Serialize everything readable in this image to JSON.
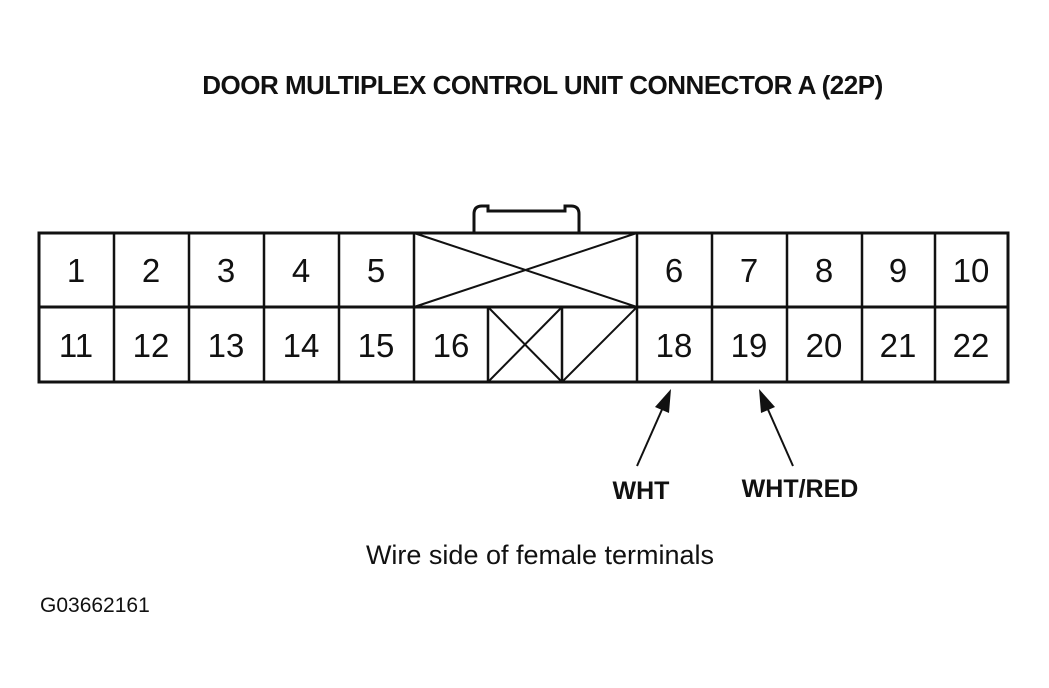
{
  "title": "DOOR MULTIPLEX CONTROL UNIT CONNECTOR A (22P)",
  "connector": {
    "top_row": [
      "1",
      "2",
      "3",
      "4",
      "5",
      "6",
      "7",
      "8",
      "9",
      "10"
    ],
    "bottom_row": [
      "11",
      "12",
      "13",
      "14",
      "15",
      "16",
      "18",
      "19",
      "20",
      "21",
      "22"
    ]
  },
  "wires": [
    {
      "terminal": "18",
      "color": "WHT"
    },
    {
      "terminal": "19",
      "color": "WHT/RED"
    }
  ],
  "caption": "Wire side of female terminals",
  "figure_id": "G03662161"
}
